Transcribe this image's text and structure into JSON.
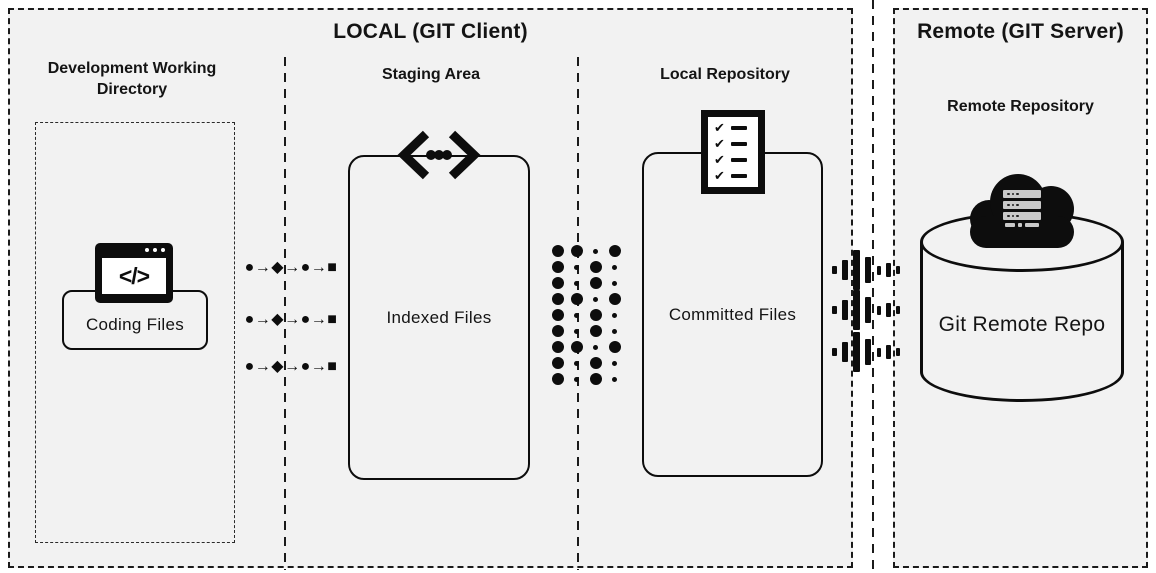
{
  "canvas": {
    "bg": "#ffffff",
    "panel_bg": "#f2f2f2",
    "ink": "#0d0d0d"
  },
  "local": {
    "title": "LOCAL (GIT Client)",
    "working_directory": {
      "label_line1": "Development Working",
      "label_line2": "Directory",
      "files_box_label": "Coding Files",
      "icon": "code-window-icon",
      "code_glyph": "</>"
    },
    "staging": {
      "label": "Staging Area",
      "box_label": "Indexed Files",
      "icon": "code-commit-icon"
    },
    "repository": {
      "label": "Local Repository",
      "box_label": "Committed Files",
      "icon": "checklist-icon",
      "checklist_rows": 4,
      "check_glyph": "✔"
    }
  },
  "remote": {
    "title": "Remote (GIT Server)",
    "label": "Remote Repository",
    "repo_label": "Git Remote Repo",
    "icon": "cloud-server-icon",
    "server_rack_rows": 3,
    "server_rack_dots_per_row": 3
  },
  "connectors": {
    "stage_flow_glyphs": "●→◆→●→■",
    "stage_flow_rows": 3,
    "commit_dot_rows": [
      "bbsb",
      "bsbs",
      "bsbs",
      "bbsb",
      "bsbs",
      "bsbs",
      "bbsb",
      "bsbs",
      "bsbs"
    ],
    "sync_wave_rows": 3,
    "sync_wave_bars": [
      [
        5,
        8
      ],
      [
        6,
        20
      ],
      [
        7,
        40
      ],
      [
        6,
        26
      ],
      [
        4,
        9
      ],
      [
        5,
        14
      ],
      [
        4,
        8
      ]
    ]
  }
}
